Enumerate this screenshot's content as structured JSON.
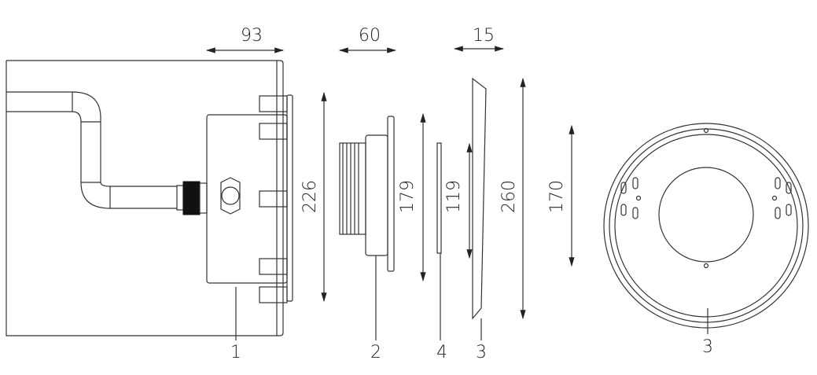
{
  "dimensions": {
    "box_depth": "93",
    "gland_depth": "60",
    "ring_depth": "15",
    "box_height": "226",
    "flange_height": "179",
    "gasket_height": "119",
    "ring_side_height": "260",
    "ring_inner_diameter": "170"
  },
  "part_labels": {
    "junction_box": "1",
    "lamp_body": "2",
    "gasket": "4",
    "ring_side": "3",
    "ring_front": "3"
  }
}
